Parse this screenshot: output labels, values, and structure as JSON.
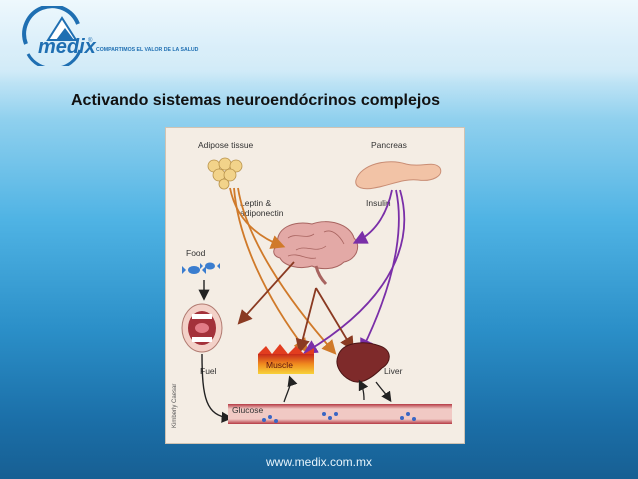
{
  "brand": {
    "name": "medix",
    "registered": "®",
    "tagline": "COMPARTIMOS EL VALOR DE LA SALUD",
    "color_primary": "#1f6fb2"
  },
  "slide": {
    "title": "Activando sistemas neuroendócrinos complejos"
  },
  "figure": {
    "labels": {
      "adipose": "Adipose tissue",
      "pancreas": "Pancreas",
      "leptin_1": "Leptin &",
      "leptin_2": "adiponectin",
      "insulin": "Insulin",
      "food": "Food",
      "fuel": "Fuel",
      "muscle": "Muscle",
      "liver": "Liver",
      "glucose": "Glucose",
      "credit": "Kimberly Caesar"
    },
    "colors": {
      "orange_arrow": "#d07a2a",
      "purple_arrow": "#7a2fa8",
      "brown_arrow": "#8a3a22",
      "vessel": "#c9545a",
      "brain": "#e3a9a6",
      "liver": "#7e2a2a"
    }
  },
  "footer": {
    "url": "www.medix.com.mx"
  }
}
